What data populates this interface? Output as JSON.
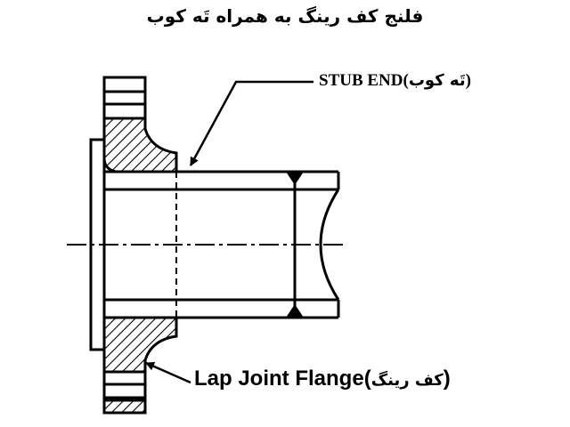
{
  "title": "فلنج کف رینگ به همراه تَه کوب",
  "stub_end": {
    "label_en": "STUB END",
    "label_fa": "تَه کوب"
  },
  "lap_joint": {
    "label_en": "Lap Joint Flange",
    "label_fa": "کف رینگ"
  }
}
